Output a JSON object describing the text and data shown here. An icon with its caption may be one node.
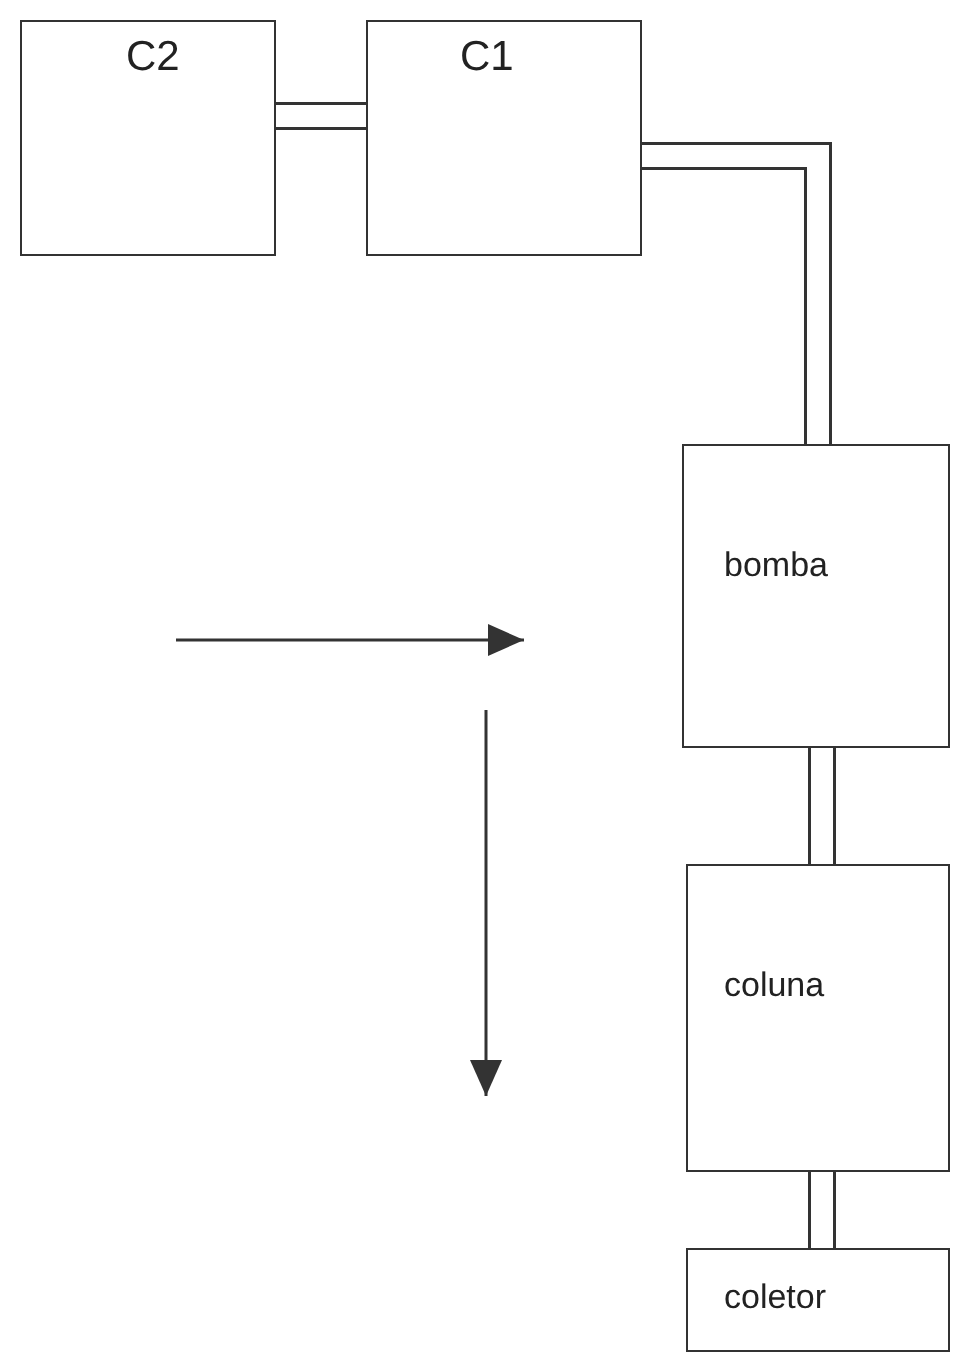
{
  "diagram": {
    "nodes": [
      {
        "text": [
          "C2"
        ]
      },
      {
        "text": [
          "C1"
        ]
      },
      {
        "text": [
          "bomba"
        ]
      },
      {
        "text": [
          "coluna"
        ]
      },
      {
        "text": [
          "coletor"
        ]
      }
    ],
    "edges": [
      {
        "from": 1,
        "to": 0,
        "arrow": "none"
      },
      {
        "from": 1,
        "to": 2,
        "arrow": "none"
      },
      {
        "from": 2,
        "to": 3,
        "arrow": "none"
      },
      {
        "from": 3,
        "to": 4,
        "arrow": "none"
      }
    ]
  }
}
